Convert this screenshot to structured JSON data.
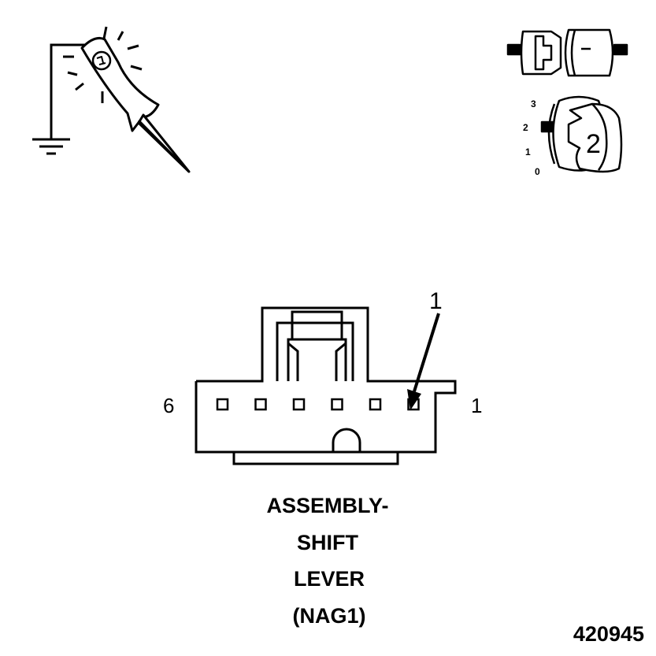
{
  "ignition_key": {
    "positions": [
      "3",
      "2",
      "1",
      "0"
    ],
    "current_position": "2"
  },
  "connector": {
    "pin_count": 6,
    "left_pin_label": "6",
    "right_pin_label": "1",
    "callout_label": "1"
  },
  "caption": {
    "lines": [
      "ASSEMBLY-",
      "SHIFT",
      "LEVER",
      "(NAG1)"
    ]
  },
  "figure_id": "420945"
}
